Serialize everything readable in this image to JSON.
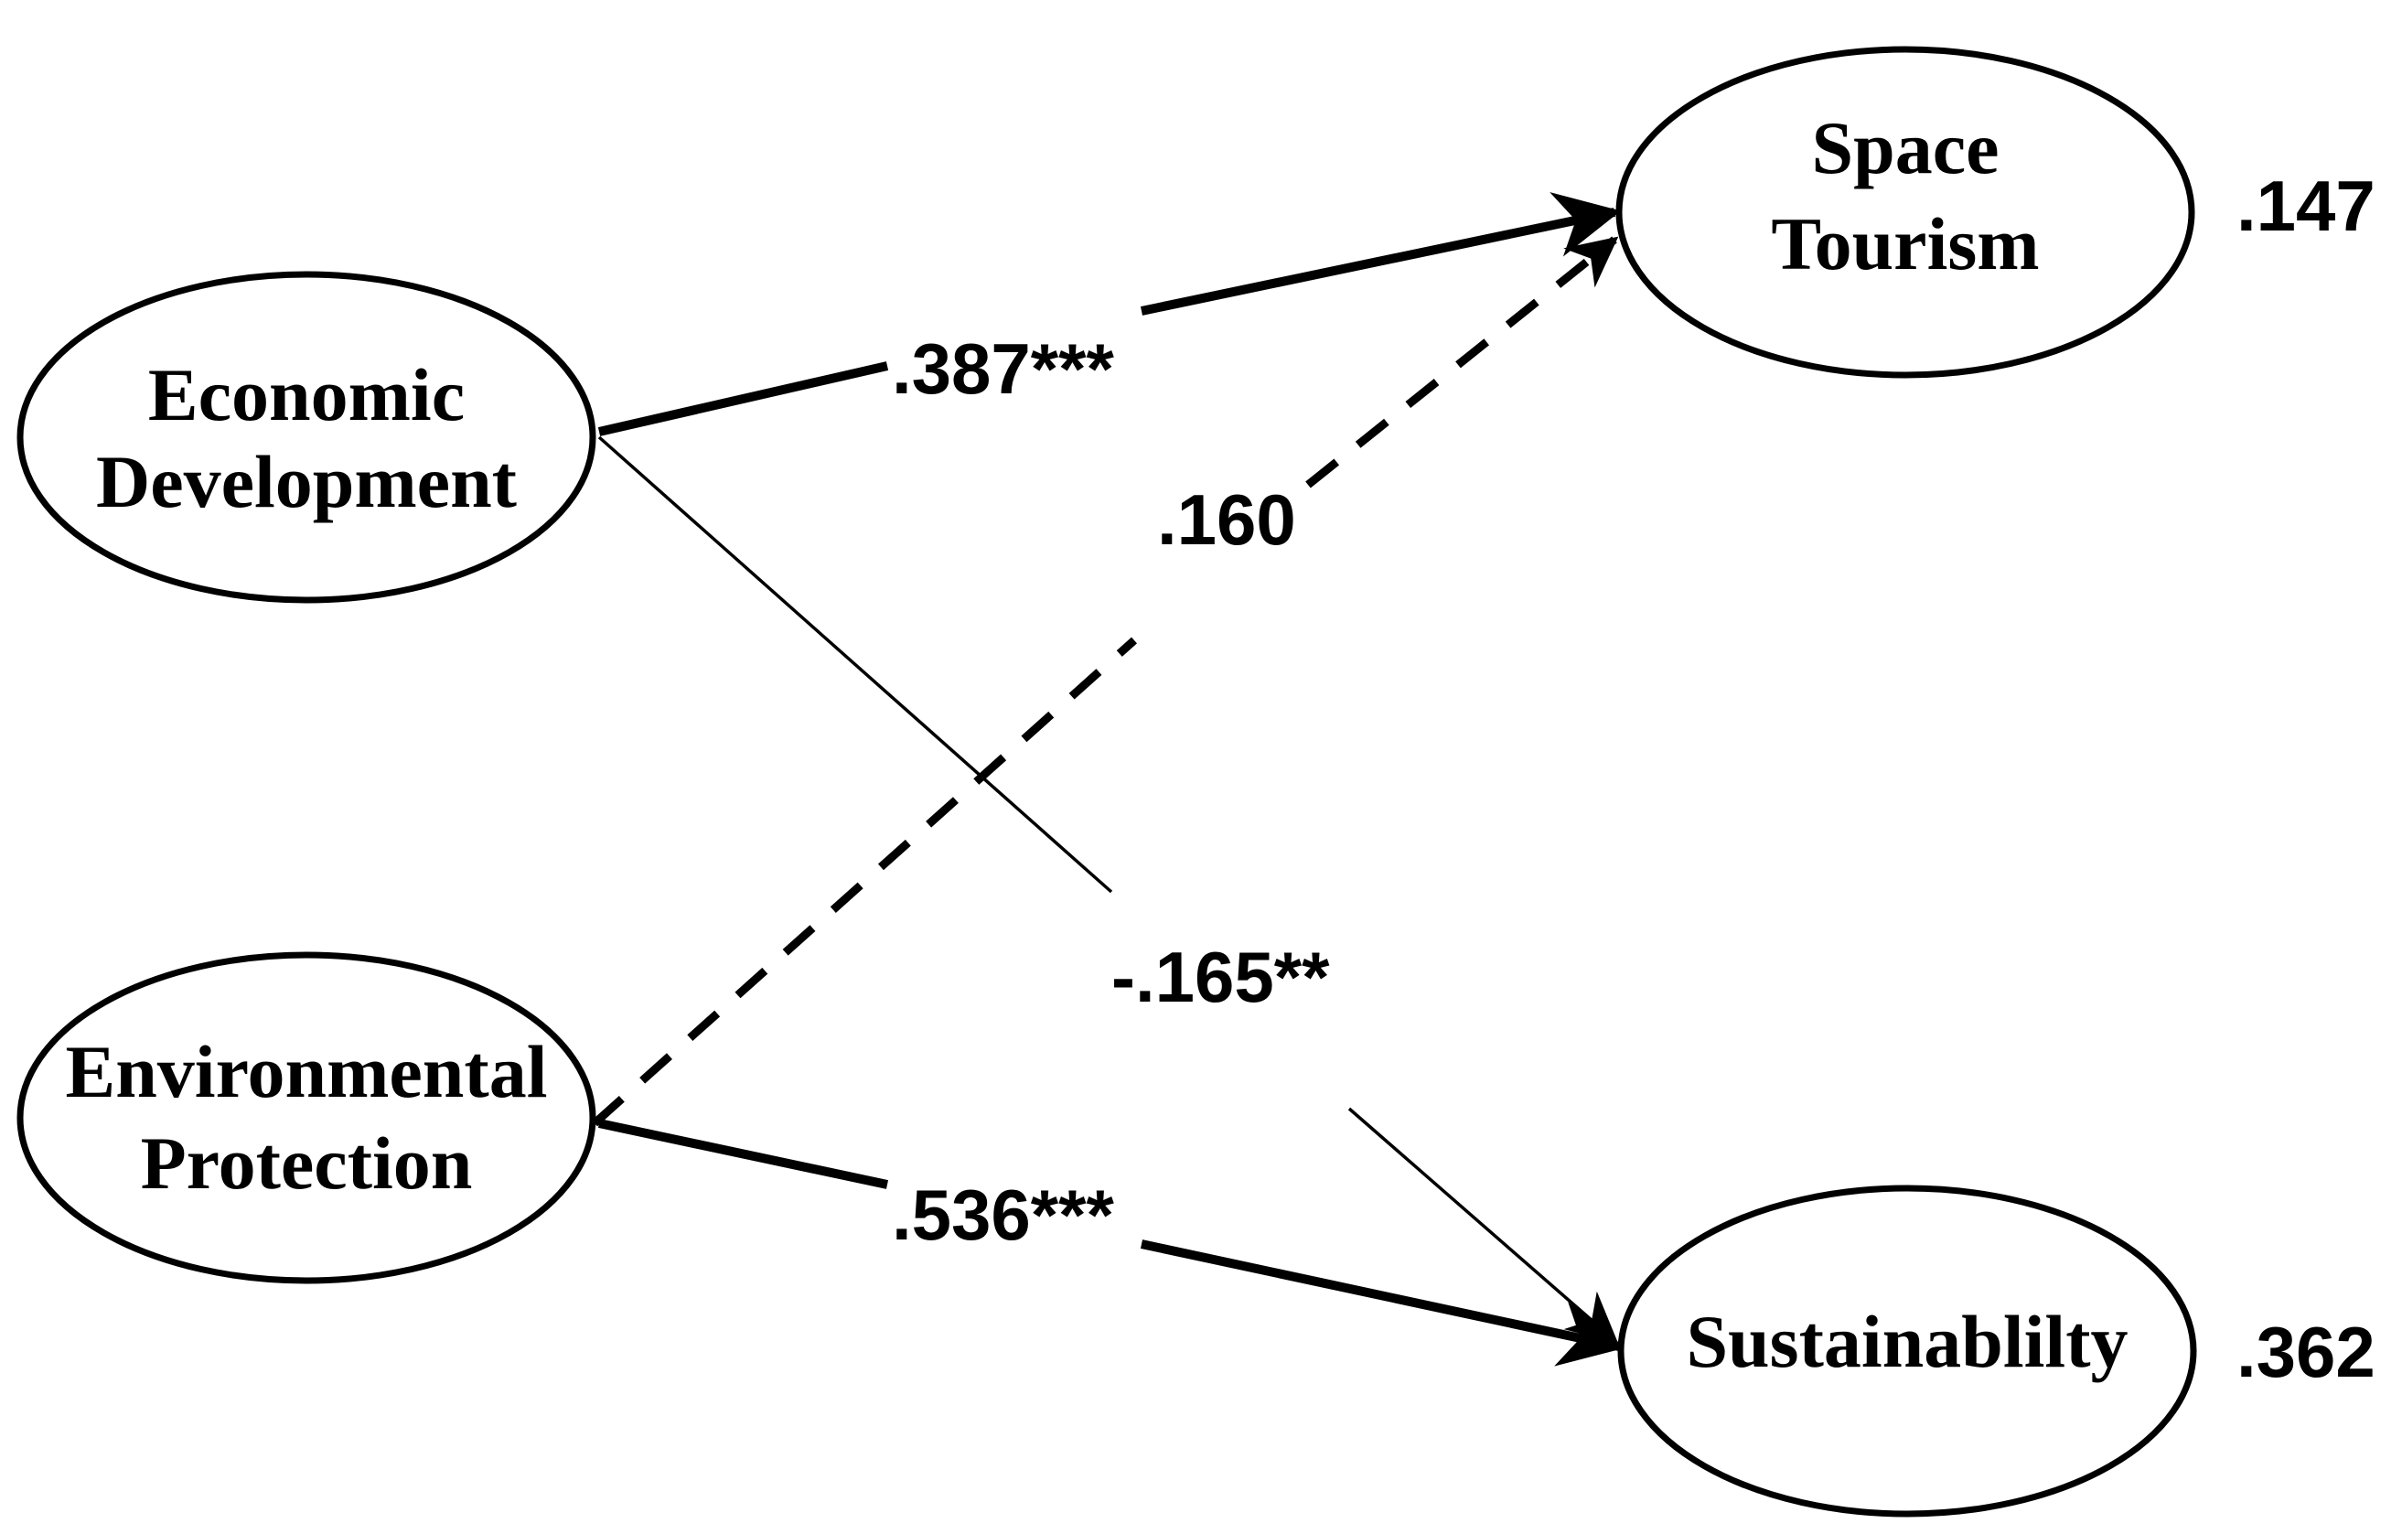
{
  "nodes": {
    "economic_development": {
      "line1": "Economic",
      "line2": "Development"
    },
    "environmental_protection": {
      "line1": "Environmental",
      "line2": "Protection"
    },
    "space_tourism": {
      "line1": "Space",
      "line2": "Tourism",
      "r2": ".147"
    },
    "sustainability": {
      "label": "Sustainablilty",
      "r2": ".362"
    }
  },
  "paths": {
    "econ_to_space": {
      "coefficient": ".387***",
      "style": "thick-solid"
    },
    "env_to_space": {
      "coefficient": ".160",
      "style": "dashed"
    },
    "econ_to_sustain": {
      "coefficient": "-.165**",
      "style": "thin-solid"
    },
    "env_to_sustain": {
      "coefficient": ".536***",
      "style": "thick-solid"
    }
  }
}
